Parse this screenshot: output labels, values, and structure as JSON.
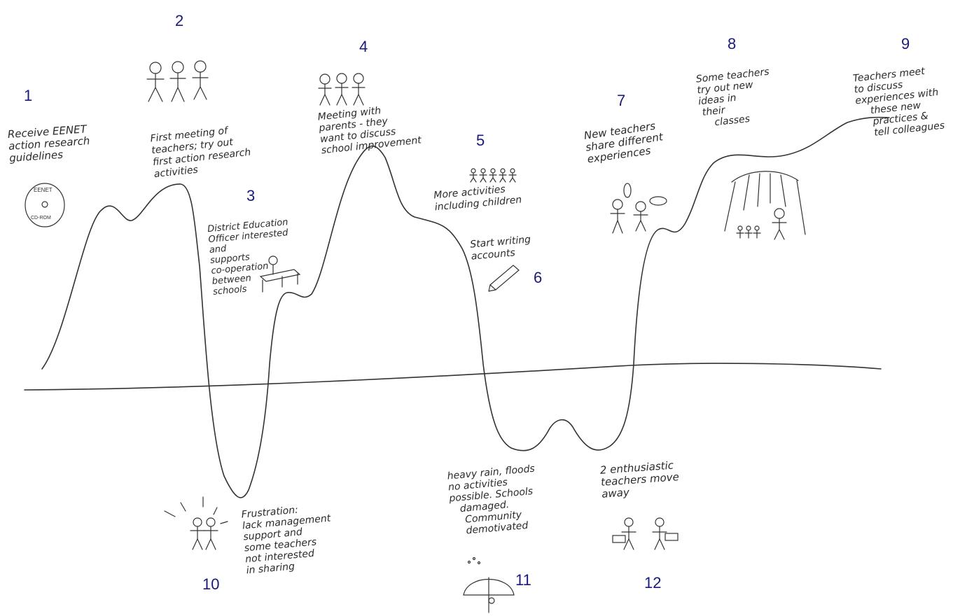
{
  "markers": [
    {
      "id": "n1",
      "label": "1"
    },
    {
      "id": "n2",
      "label": "2"
    },
    {
      "id": "n3",
      "label": "3"
    },
    {
      "id": "n4",
      "label": "4"
    },
    {
      "id": "n5",
      "label": "5"
    },
    {
      "id": "n6",
      "label": "6"
    },
    {
      "id": "n7",
      "label": "7"
    },
    {
      "id": "n8",
      "label": "8"
    },
    {
      "id": "n9",
      "label": "9"
    },
    {
      "id": "n10",
      "label": "10"
    },
    {
      "id": "n11",
      "label": "11"
    },
    {
      "id": "n12",
      "label": "12"
    }
  ],
  "notes": {
    "n1": [
      "Receive EENET",
      "action research",
      "guidelines"
    ],
    "n2": [
      "First meeting of",
      "teachers; try out",
      "first action research",
      "activities"
    ],
    "n3": [
      "District Education",
      "Officer interested",
      "and",
      "supports",
      "co-operation",
      "between",
      "schools"
    ],
    "n4": [
      "Meeting with",
      "parents - they",
      "want to discuss",
      "school improvement"
    ],
    "n5": [
      "More activities",
      "including children"
    ],
    "n6": [
      "Start writing",
      "accounts"
    ],
    "n7": [
      "New teachers",
      "share different",
      "experiences"
    ],
    "n8": [
      "Some teachers",
      "try out new",
      "ideas in",
      "their",
      "classes"
    ],
    "n9": [
      "Teachers meet",
      "to discuss",
      "experiences with",
      "these new",
      "practices &",
      "tell colleagues"
    ],
    "n10": [
      "Frustration:",
      "lack management",
      "support and",
      "some teachers",
      "not interested",
      "in sharing"
    ],
    "n11": [
      "heavy rain, floods",
      "no activities",
      "possible. Schools",
      "damaged.",
      "Community",
      "demotivated"
    ],
    "n12": [
      "2 enthusiastic",
      "teachers move",
      "away"
    ]
  },
  "cd_label": {
    "top": "EENET",
    "bottom": "CD-ROM"
  },
  "colors": {
    "marker": "#1a1a7a",
    "ink": "#333333"
  }
}
